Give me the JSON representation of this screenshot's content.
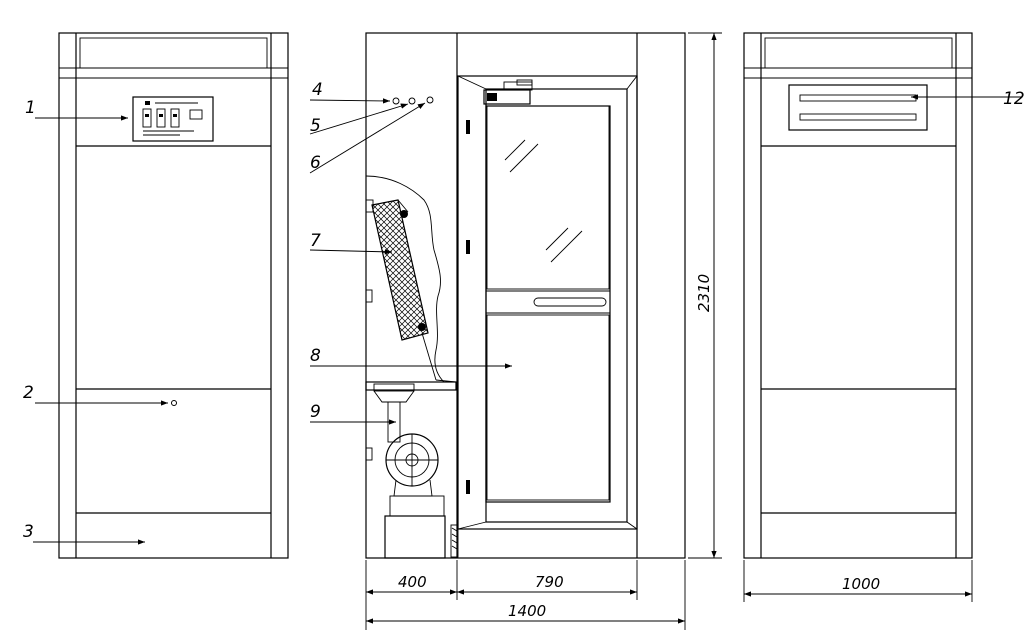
{
  "labels": {
    "l1": "1",
    "l2": "2",
    "l3": "3",
    "l4": "4",
    "l5": "5",
    "l6": "6",
    "l7": "7",
    "l8": "8",
    "l9": "9",
    "l12": "12"
  },
  "dimensions": {
    "d400": "400",
    "d790": "790",
    "d1400": "1400",
    "d1000": "1000",
    "d2310": "2310"
  },
  "colors": {
    "line": "#000000",
    "background": "#ffffff"
  }
}
